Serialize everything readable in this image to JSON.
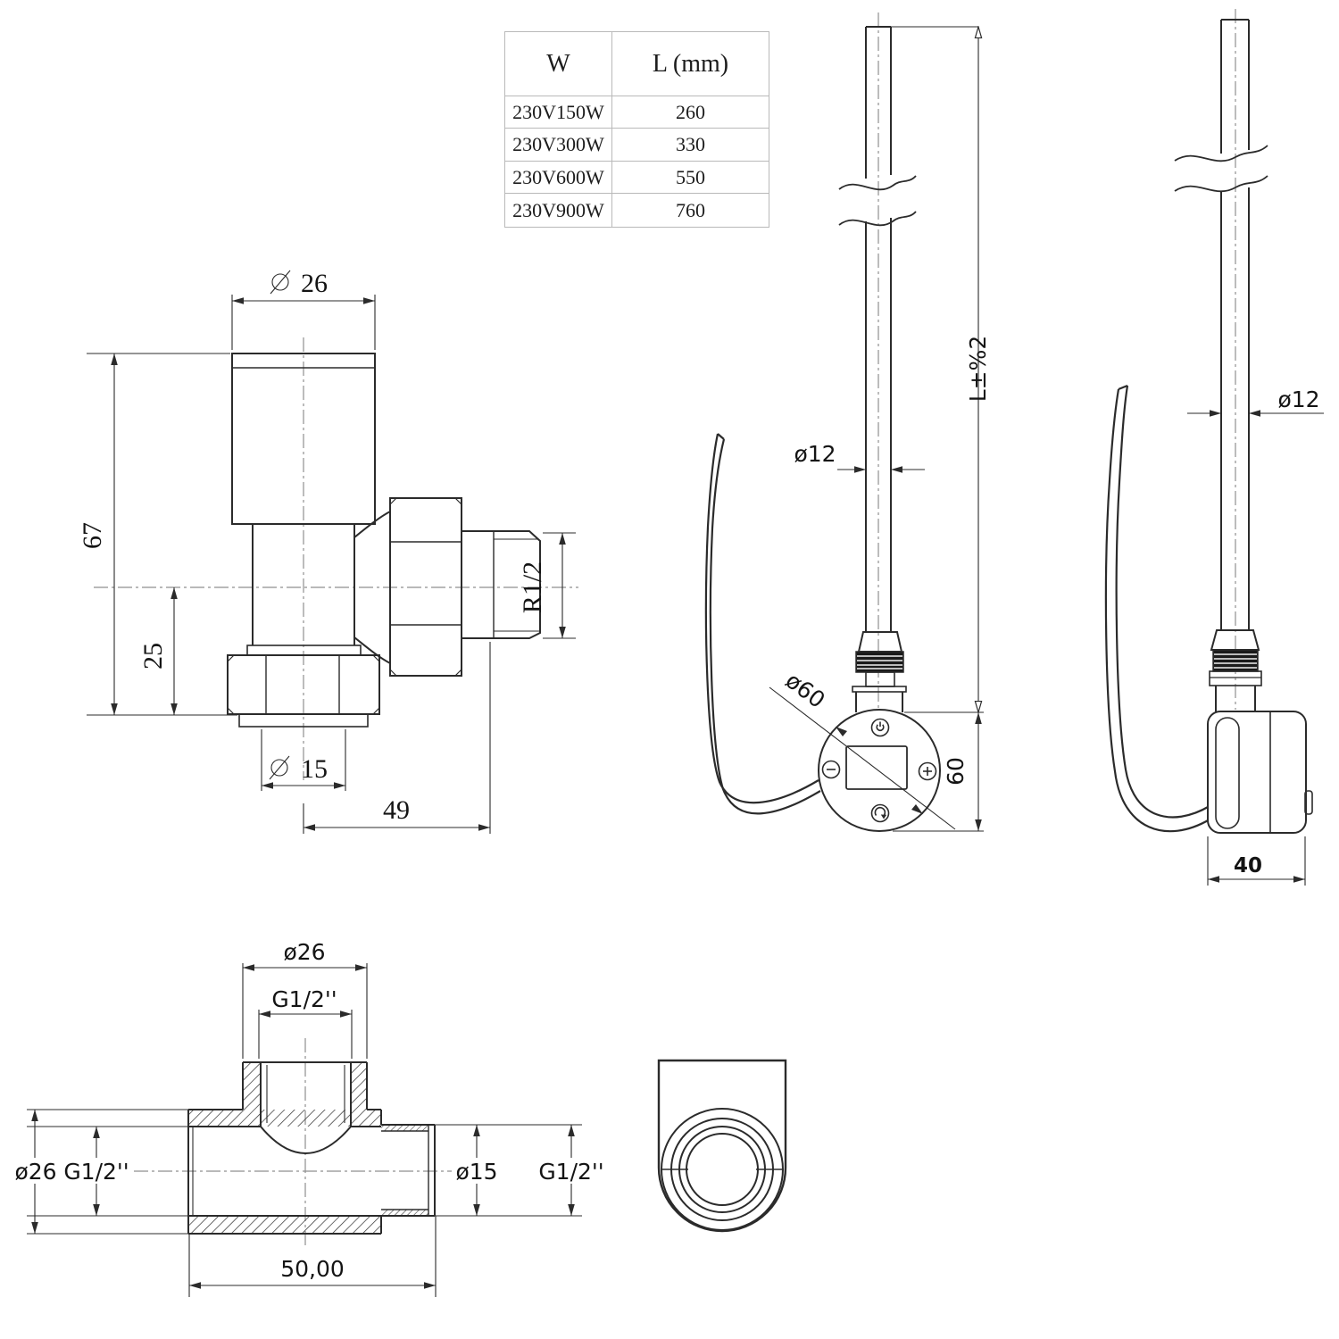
{
  "colors": {
    "line": "#2b2b2b",
    "centerline": "#8f8f8f",
    "table_border": "#b9b9b9",
    "thread_fill": "#1a1a1a",
    "background": "#ffffff"
  },
  "table": {
    "headers": [
      "W",
      "L (mm)"
    ],
    "rows": [
      {
        "w": "230V150W",
        "l": "260"
      },
      {
        "w": "230V300W",
        "l": "330"
      },
      {
        "w": "230V600W",
        "l": "550"
      },
      {
        "w": "230V900W",
        "l": "760"
      }
    ]
  },
  "valve_view": {
    "cap_diameter": "26",
    "height": "67",
    "lower_height": "25",
    "tail_diameter": "15",
    "length": "49",
    "thread": "R1/2"
  },
  "element_front_view": {
    "rod_diameter": "ø12",
    "length_tolerance": "L±%2",
    "body_diameter": "ø60",
    "body_height": "60",
    "icons": [
      "power-icon",
      "minus-icon",
      "plus-icon",
      "rotate-icon"
    ]
  },
  "element_side_view": {
    "rod_diameter": "ø12",
    "body_width": "40"
  },
  "tee_section_view": {
    "top_outer_diameter": "ø26",
    "top_thread": "G1/2''",
    "left_outer_diameter": "ø26",
    "left_thread": "G1/2''",
    "right_diameter": "ø15",
    "right_thread": "G1/2''",
    "length": "50,00"
  }
}
